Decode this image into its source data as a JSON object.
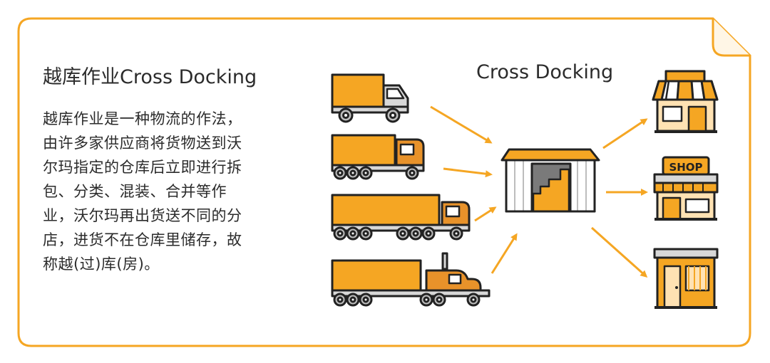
{
  "colors": {
    "accent": "#F5A623",
    "accent_dark": "#E8922A",
    "outline": "#222222",
    "cab_gray": "#D8D8D8",
    "wheel_gray": "#BDBDBD",
    "card_border": "#F5A623"
  },
  "text_panel": {
    "title": "越库作业Cross Docking",
    "description_lines": [
      "越库作业是一种物流的作法，",
      "由许多家供应商将货物送到沃",
      "尔玛指定的仓库后立即进行拆",
      "包、分类、混装、合并等作",
      "业，沃尔玛再出货送不同的分",
      "店，进货不在仓库里储存，故",
      "称越(过)库(房)。"
    ]
  },
  "diagram": {
    "title": "Cross Docking",
    "trucks": [
      {
        "icon": "box-truck-icon"
      },
      {
        "icon": "container-truck-icon"
      },
      {
        "icon": "trailer-truck-icon"
      },
      {
        "icon": "semi-truck-icon"
      }
    ],
    "warehouse_icon": "warehouse-icon",
    "stores": [
      {
        "icon": "store-awning-icon"
      },
      {
        "icon": "shop-icon",
        "sign": "SHOP"
      },
      {
        "icon": "store-door-icon"
      }
    ]
  }
}
